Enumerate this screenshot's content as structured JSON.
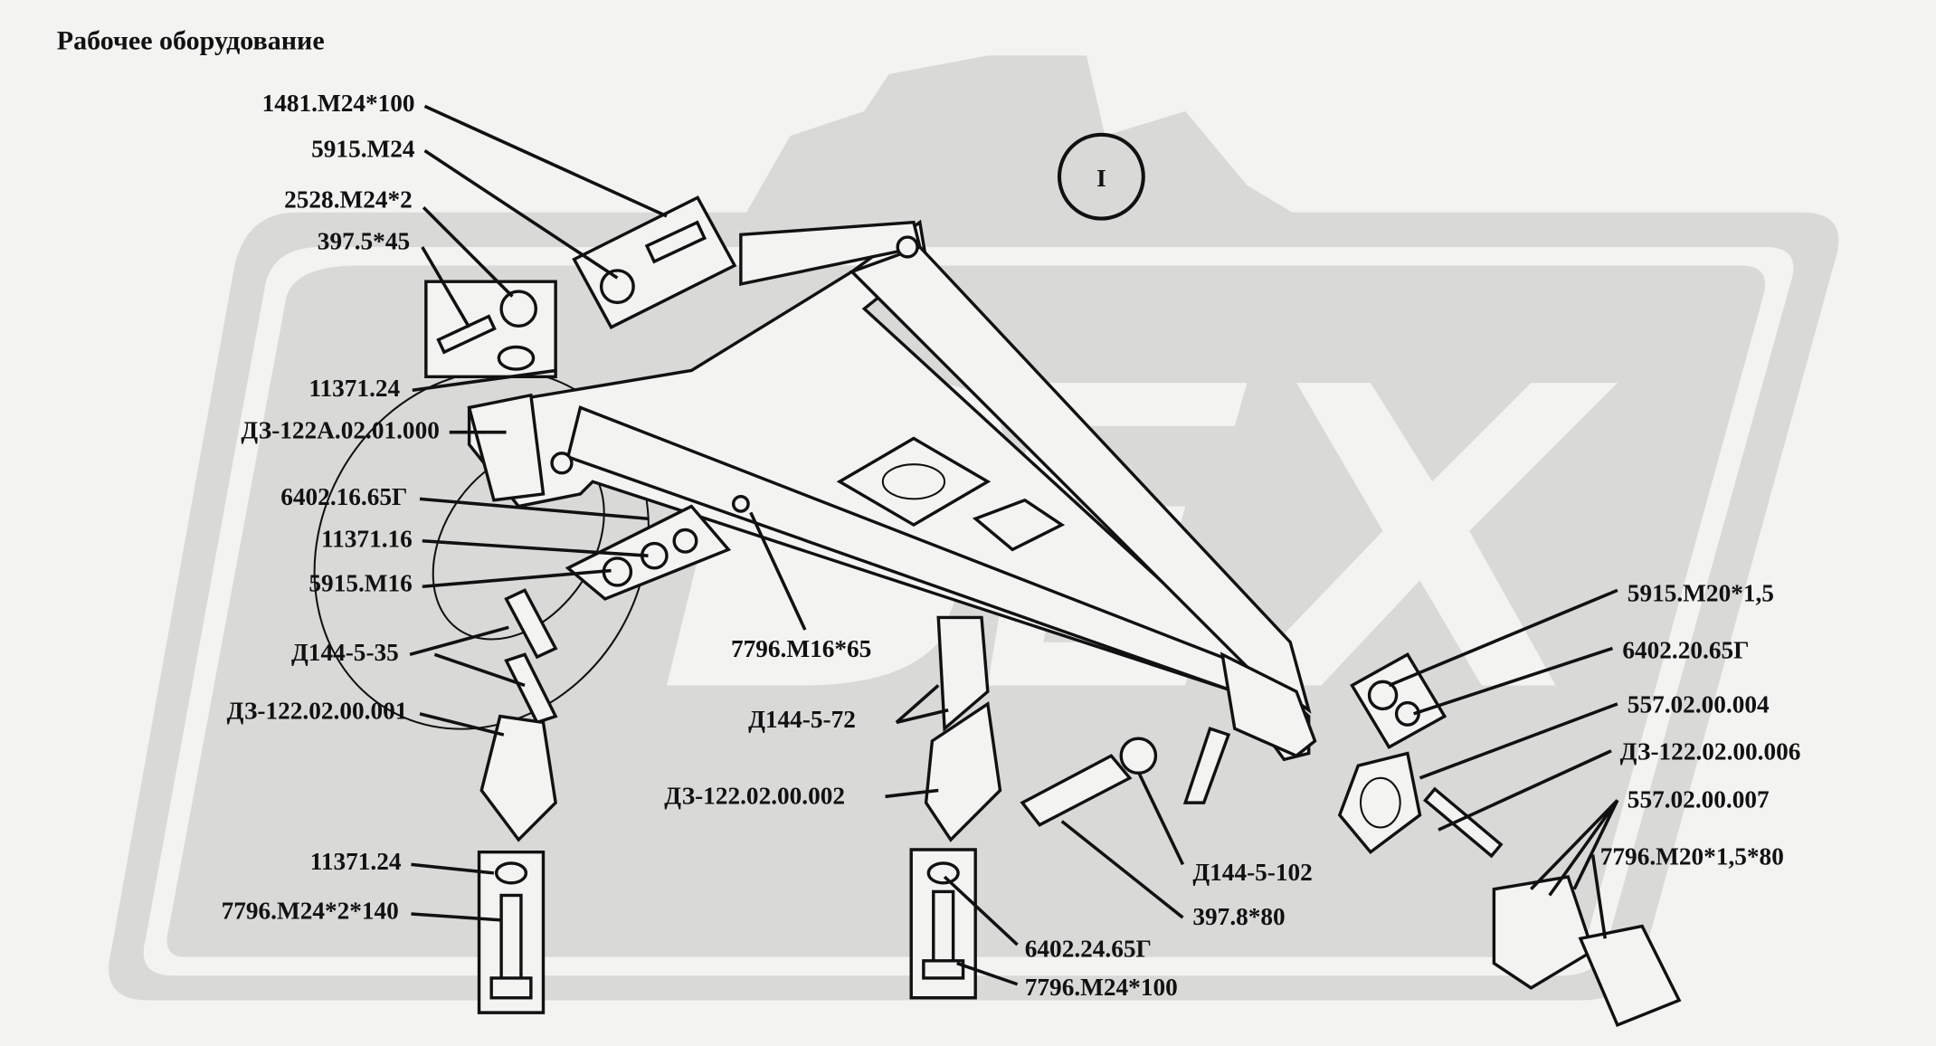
{
  "title": "Рабочее оборудование",
  "view_marker": "I",
  "watermark": "DEX",
  "labels": {
    "l1": "1481.М24*100",
    "l2": "5915.М24",
    "l3": "2528.М24*2",
    "l4": "397.5*45",
    "l5": "11371.24",
    "l6": "ДЗ-122А.02.01.000",
    "l7": "6402.16.65Г",
    "l8": "11371.16",
    "l9": "5915.М16",
    "l10": "Д144-5-35",
    "l11": "ДЗ-122.02.00.001",
    "l12": "11371.24",
    "l13": "7796.М24*2*140",
    "m1": "7796.М16*65",
    "m2": "Д144-5-72",
    "m3": "ДЗ-122.02.00.002",
    "m4": "Д144-5-102",
    "m5": "397.8*80",
    "m6": "6402.24.65Г",
    "m7": "7796.М24*100",
    "r1": "5915.М20*1,5",
    "r2": "6402.20.65Г",
    "r3": "557.02.00.004",
    "r4": "ДЗ-122.02.00.006",
    "r5": "557.02.00.007",
    "r6": "7796.М20*1,5*80"
  }
}
